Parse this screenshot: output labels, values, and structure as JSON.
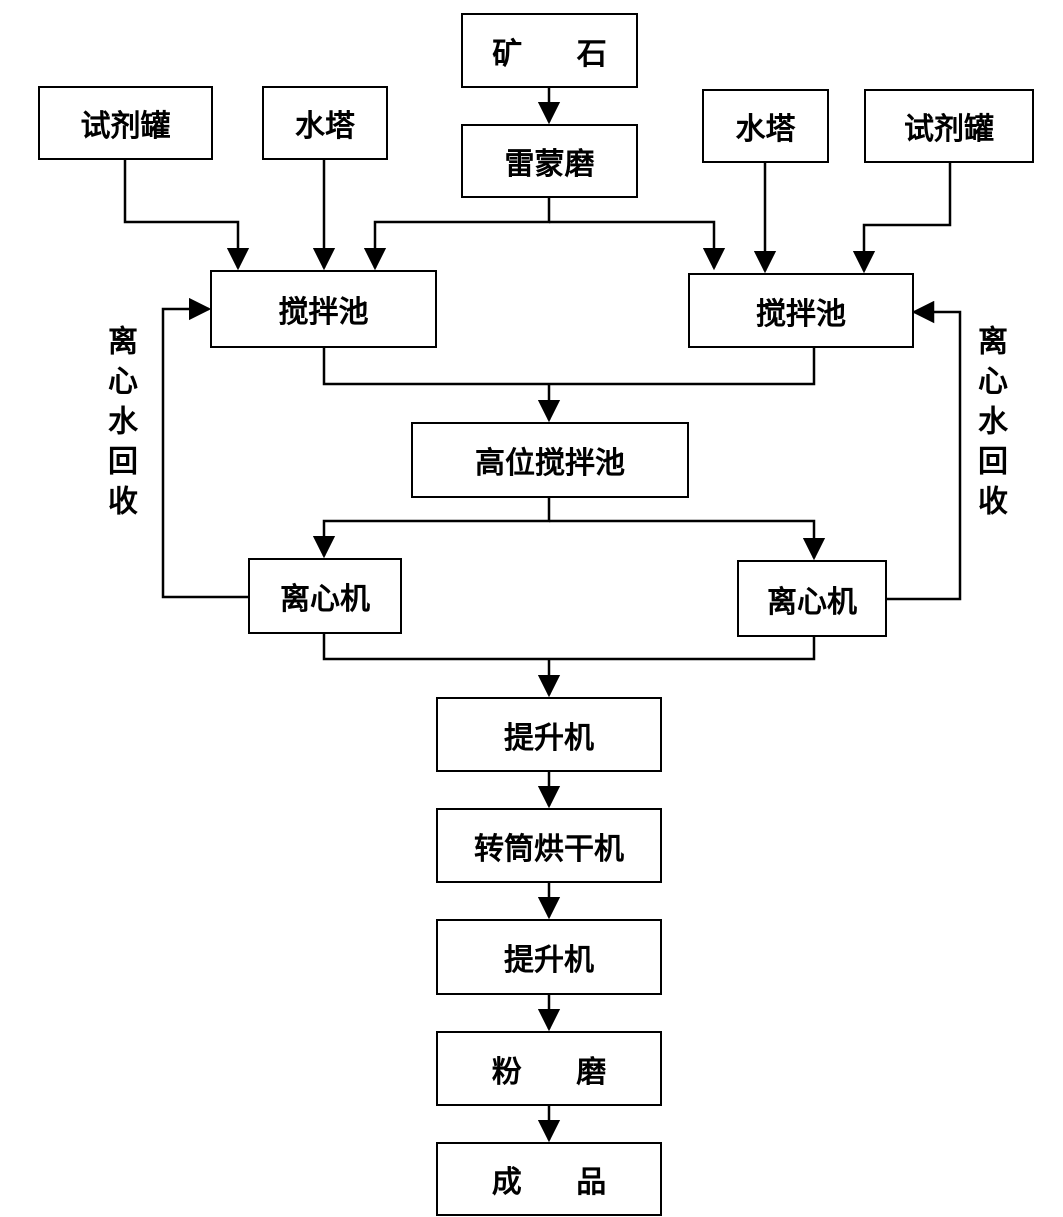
{
  "nodes": {
    "ore": "矿 石",
    "raymond_mill": "雷蒙磨",
    "reagent_tank_left": "试剂罐",
    "water_tower_left": "水塔",
    "water_tower_right": "水塔",
    "reagent_tank_right": "试剂罐",
    "mixing_tank_left": "搅拌池",
    "mixing_tank_right": "搅拌池",
    "high_mixing_tank": "高位搅拌池",
    "centrifuge_left": "离心机",
    "centrifuge_right": "离心机",
    "elevator_1": "提升机",
    "rotary_dryer": "转筒烘干机",
    "elevator_2": "提升机",
    "powder_mill": "粉 磨",
    "product": "成 品"
  },
  "labels": {
    "water_recovery_left": "离心水回收",
    "water_recovery_right": "离心水回收"
  }
}
